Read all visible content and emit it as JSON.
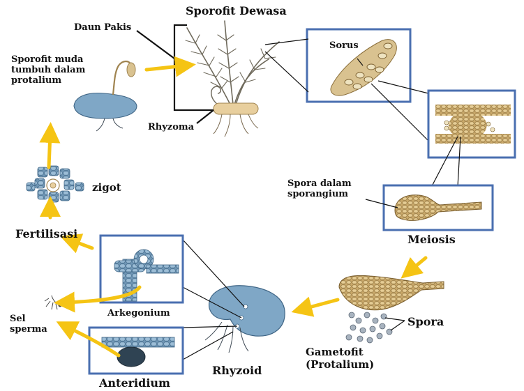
{
  "labels": {
    "sporofit_dewasa": "Sporofit Dewasa",
    "daun_pakis": "Daun Pakis",
    "sorus": "Sorus",
    "rhyzoma": "Rhyzoma",
    "sporofit_muda": "Sporofit muda\ntumbuh dalam\nprotalium",
    "zigot": "zigot",
    "fertilisasi": "Fertilisasi",
    "spora_dalam_sporangium": "Spora dalam\nsporangium",
    "meiosis": "Meiosis",
    "spora": "Spora",
    "gametofit": "Gametofit\n(Protalium)",
    "arkegonium": "Arkegonium",
    "sel_sperma": "Sel\nsperma",
    "anteridium": "Anteridium",
    "rhyzoid": "Rhyzoid"
  },
  "colors": {
    "arrow": "#f5c414",
    "frame": "#4a6fb0",
    "frond": "#6f6a5c",
    "sorus_fill": "#d9c290",
    "protalium": "#7fa7c6",
    "line": "#111111"
  }
}
